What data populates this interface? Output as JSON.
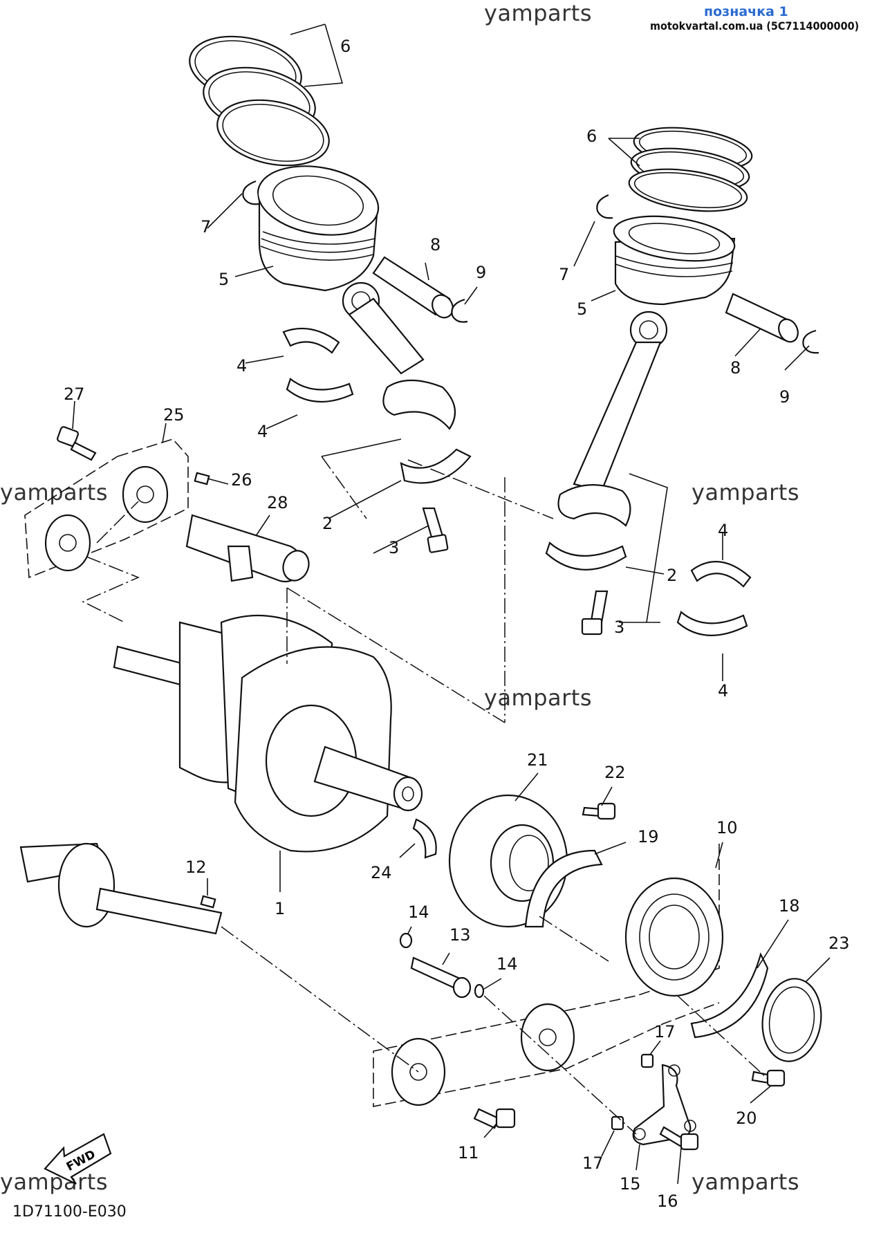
{
  "header": {
    "tag": "позначка 1",
    "source": "motokvartal.com.ua (5C7114000000)"
  },
  "watermarks": [
    "yamparts",
    "yamparts",
    "yamparts",
    "yamparts",
    "yamparts",
    "yamparts"
  ],
  "diagram_code": "1D71100-E030",
  "fwd_label": "FWD",
  "callouts": [
    "6",
    "7",
    "5",
    "8",
    "9",
    "4",
    "4",
    "27",
    "25",
    "26",
    "28",
    "2",
    "3",
    "6",
    "7",
    "5",
    "8",
    "9",
    "4",
    "2",
    "3",
    "4",
    "21",
    "22",
    "19",
    "10",
    "24",
    "1",
    "12",
    "14",
    "13",
    "14",
    "18",
    "23",
    "17",
    "20",
    "11",
    "17",
    "15",
    "16"
  ]
}
